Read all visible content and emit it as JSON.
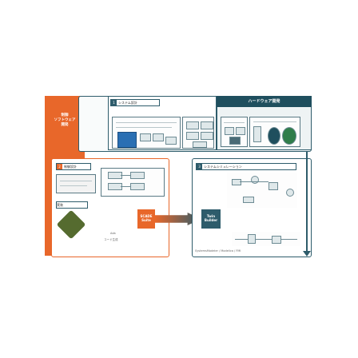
{
  "left_column": {
    "label": "制御\nソフトウェア\n開発"
  },
  "top": {
    "hardware_header": "ハードウェア開発",
    "tag_left": "システム設計",
    "tag_left_num": "1"
  },
  "middle_left": {
    "tag_top_num": "2",
    "tag_top": "制御設計",
    "tag_bottom": "実装",
    "scade_label": "SCADE\nSuite",
    "side_text_1": "Ada",
    "side_text_2": "コード生成"
  },
  "middle_right": {
    "tag_num": "3",
    "tag": "システムシミュレーション",
    "twin_label": "Twin\nBuilder",
    "caption": "SystemsModeler / Modelica / FMI"
  },
  "colors": {
    "orange": "#e8672a",
    "teal": "#2e5c6b",
    "teal_dark": "#1f4f5e"
  },
  "icons": [
    "chip-icon",
    "diagram-block-icon",
    "simulation-graph-icon",
    "arrow-right-icon",
    "arrow-down-icon"
  ]
}
